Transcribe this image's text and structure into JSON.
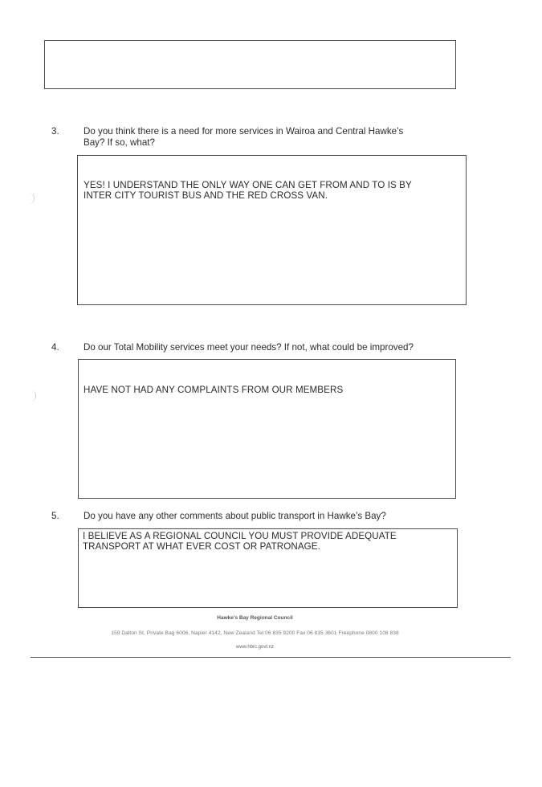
{
  "questions": [
    {
      "number": "3.",
      "text_line1": "Do you think there is a need for more services in Wairoa and Central Hawke’s",
      "text_line2": "Bay? If so, what?",
      "answer_line1": "YES! I UNDERSTAND THE ONLY WAY ONE CAN GET FROM AND TO IS BY",
      "answer_line2": "INTER CITY TOURIST BUS AND THE RED CROSS VAN."
    },
    {
      "number": "4.",
      "text_line1": "Do our Total Mobility services meet your needs? If not, what could be improved?",
      "answer_line1": "HAVE NOT HAD ANY COMPLAINTS FROM OUR MEMBERS"
    },
    {
      "number": "5.",
      "text_line1": "Do you have any other comments about public transport in Hawke’s Bay?",
      "answer_line1": "I BELIEVE AS A REGIONAL COUNCIL YOU MUST PROVIDE ADEQUATE",
      "answer_line2": "TRANSPORT AT WHAT EVER COST OR PATRONAGE."
    }
  ],
  "footer": {
    "title": "Hawke’s Bay Regional Council",
    "address": "159 Dalton St,  Private Bag 6006,  Napier 4142,  New Zealand  Tel 06 835 9200  Fax 06 835 3601  Freephone 0800 108 838",
    "url": "www.hbrc.govt.nz"
  }
}
